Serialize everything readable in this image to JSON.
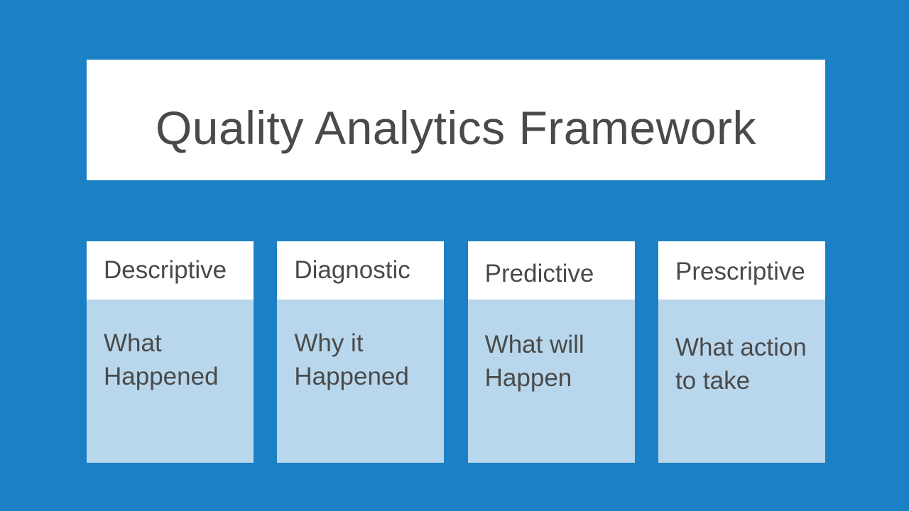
{
  "slide": {
    "title": "Quality Analytics Framework",
    "colors": {
      "background": "#1C80C4",
      "panel": "#FFFFFF",
      "card_body": "#B9D7EC",
      "text": "#4A4A4A"
    },
    "cards": [
      {
        "header": "Descriptive",
        "body_lines": [
          "What",
          "Happened"
        ]
      },
      {
        "header": "Diagnostic",
        "body_lines": [
          "Why it",
          "Happened"
        ]
      },
      {
        "header": "Predictive",
        "body_lines": [
          "What will",
          "Happen"
        ]
      },
      {
        "header": "Prescriptive",
        "body_lines": [
          "What action",
          "to take"
        ]
      }
    ]
  }
}
